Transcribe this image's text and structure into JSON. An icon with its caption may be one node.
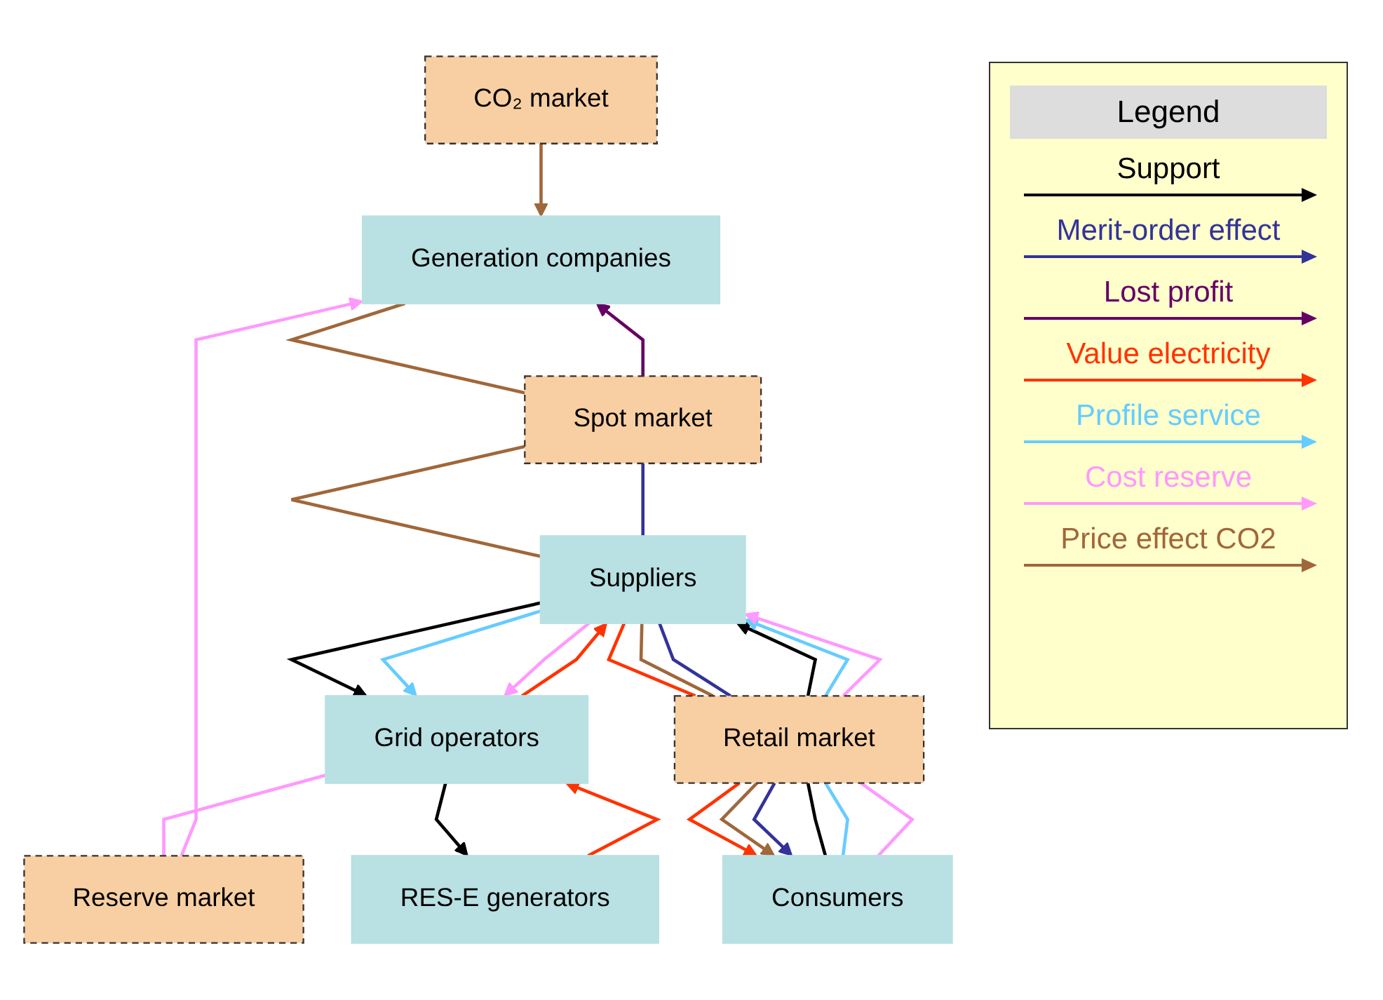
{
  "diagram": {
    "nodes": [
      {
        "text": [
          "CO₂ market"
        ]
      },
      {
        "text": [
          "Generation companies"
        ]
      },
      {
        "text": [
          "Reserve market"
        ]
      },
      {
        "text": [
          "RES-E generators"
        ]
      },
      {
        "text": [
          "Grid operators"
        ]
      },
      {
        "text": [
          "Spot market"
        ]
      },
      {
        "text": [
          "Suppliers"
        ]
      },
      {
        "text": [
          "Retail market"
        ]
      },
      {
        "text": [
          "Consumers"
        ]
      }
    ],
    "edges": [
      {
        "from": 0,
        "to": 1,
        "arrow": "to",
        "color": "#a0673a"
      },
      {
        "from": 4,
        "to": 2,
        "arrow": "none",
        "color": "#ff99ff"
      },
      {
        "from": 2,
        "to": 1,
        "arrow": "to",
        "color": "#ff99ff"
      },
      {
        "from": 4,
        "to": 3,
        "arrow": "to",
        "color": "#000000"
      },
      {
        "from": 3,
        "to": 4,
        "arrow": "to",
        "color": "#ff3300"
      },
      {
        "from": 5,
        "to": 1,
        "arrow": "to",
        "color": "#660066"
      },
      {
        "from": 1,
        "to": 5,
        "arrow": "none",
        "color": "#a0673a"
      },
      {
        "from": 6,
        "to": 4,
        "arrow": "to",
        "color": "#000000"
      },
      {
        "from": 6,
        "to": 4,
        "arrow": "to",
        "color": "#66ccff"
      },
      {
        "from": 6,
        "to": 4,
        "arrow": "to",
        "color": "#ff99ff"
      },
      {
        "from": 4,
        "to": 6,
        "arrow": "to",
        "color": "#ff3300"
      },
      {
        "from": 5,
        "to": 6,
        "arrow": "none",
        "color": "#a0673a"
      },
      {
        "from": 5,
        "to": 6,
        "arrow": "none",
        "color": "#333399"
      },
      {
        "from": 6,
        "to": 7,
        "arrow": "none",
        "color": "#ff3300"
      },
      {
        "from": 6,
        "to": 7,
        "arrow": "none",
        "color": "#a0673a"
      },
      {
        "from": 6,
        "to": 7,
        "arrow": "none",
        "color": "#333399"
      },
      {
        "from": 7,
        "to": 6,
        "arrow": "to",
        "color": "#000000"
      },
      {
        "from": 7,
        "to": 6,
        "arrow": "to",
        "color": "#66ccff"
      },
      {
        "from": 7,
        "to": 6,
        "arrow": "to",
        "color": "#ff99ff"
      },
      {
        "from": 7,
        "to": 8,
        "arrow": "to",
        "color": "#ff3300"
      },
      {
        "from": 7,
        "to": 8,
        "arrow": "to",
        "color": "#a0673a"
      },
      {
        "from": 7,
        "to": 8,
        "arrow": "to",
        "color": "#333399"
      },
      {
        "from": 8,
        "to": 7,
        "arrow": "none",
        "color": "#000000"
      },
      {
        "from": 8,
        "to": 7,
        "arrow": "none",
        "color": "#66ccff"
      },
      {
        "from": 8,
        "to": 7,
        "arrow": "none",
        "color": "#ff99ff"
      }
    ],
    "labels": [
      "Legend"
    ],
    "legend": [
      {
        "text": "Support"
      },
      {
        "text": "Merit-order effect"
      },
      {
        "text": "Lost profit"
      },
      {
        "text": "Value electricity"
      },
      {
        "text": "Profile service"
      },
      {
        "text": "Cost reserve"
      },
      {
        "text": "Price effect CO2"
      }
    ]
  }
}
